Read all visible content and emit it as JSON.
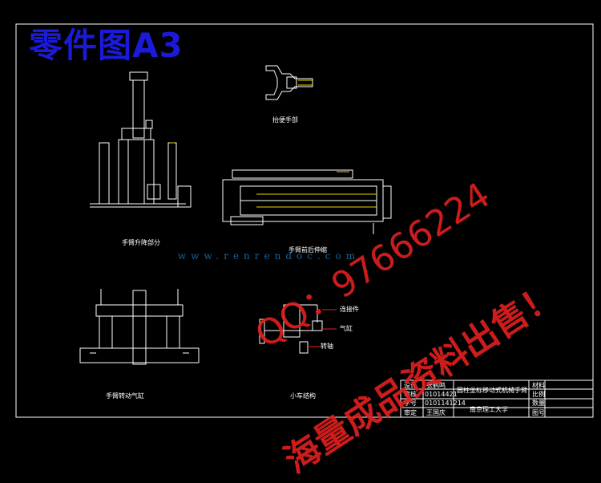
{
  "drawing": {
    "title_label": "零件图A3",
    "colors": {
      "background": "#000000",
      "line": "#ffffff",
      "title_blue": "#1a1ad8",
      "watermark_red": "#e42020",
      "watermark_blue": "#1a7fc0",
      "accent_yellow": "#e8d000"
    },
    "view_labels": {
      "gripper": "抬便手部",
      "lift": "手臂升降部分",
      "extend": "手臂前后伸缩",
      "rotate_cylinder": "手臂转动气缸",
      "small": "小车结构"
    },
    "callouts": [
      "连接件",
      "气缸",
      "转轴"
    ]
  },
  "watermarks": {
    "url": "www.renrendoc.com",
    "qq": "QQ：97666224",
    "sale": "海量成品资料出售！"
  },
  "title_block": {
    "design_label": "设计",
    "design_value": "张鹤鸣",
    "review_label": "审核",
    "review_value": "01014421",
    "number_label": "学号",
    "number_value": "0101141214",
    "approve_label": "审定",
    "approve_value": "王国庆",
    "project_title": "圆柱坐标移动式机械手臂",
    "school": "南京理工大学",
    "material_label": "材料",
    "scale_label": "比例",
    "weight_label": "数量",
    "sheet_label": "图号"
  }
}
